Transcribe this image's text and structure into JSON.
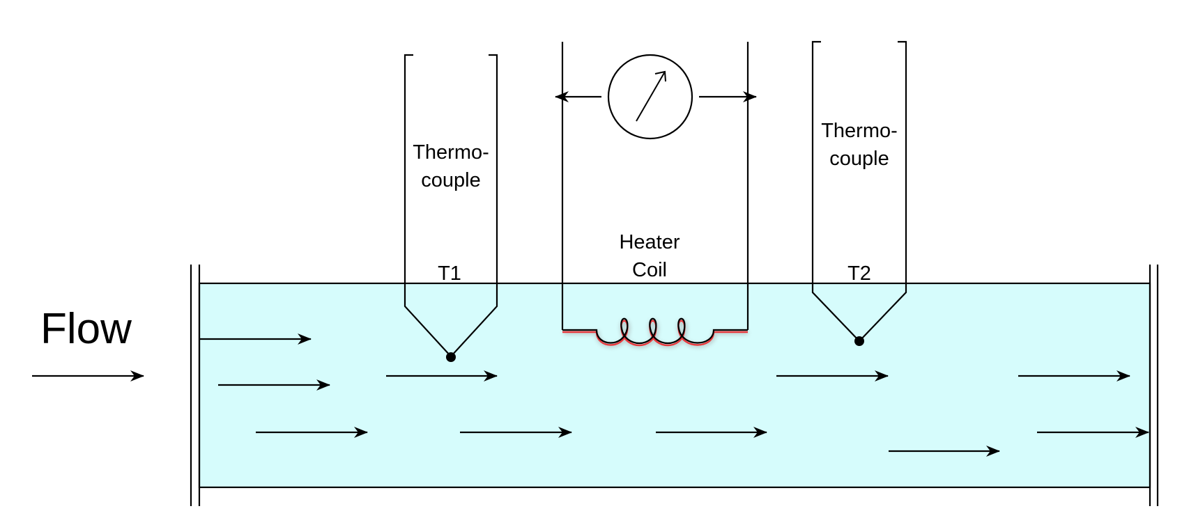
{
  "labels": {
    "flow": "Flow",
    "t1": "T1",
    "t2": "T2",
    "heater_line1": "Heater",
    "heater_line2": "Coil",
    "thermocouple_left_line1": "Thermo-",
    "thermocouple_left_line2": "couple",
    "thermocouple_right_line1": "Thermo-",
    "thermocouple_right_line2": "couple"
  },
  "colors": {
    "fluid": "#d6fcfc",
    "line": "#000000",
    "coil_highlight": "#e8383c"
  },
  "icons": {
    "meter": "ammeter-gauge-icon",
    "arrow": "flow-arrow-icon"
  }
}
